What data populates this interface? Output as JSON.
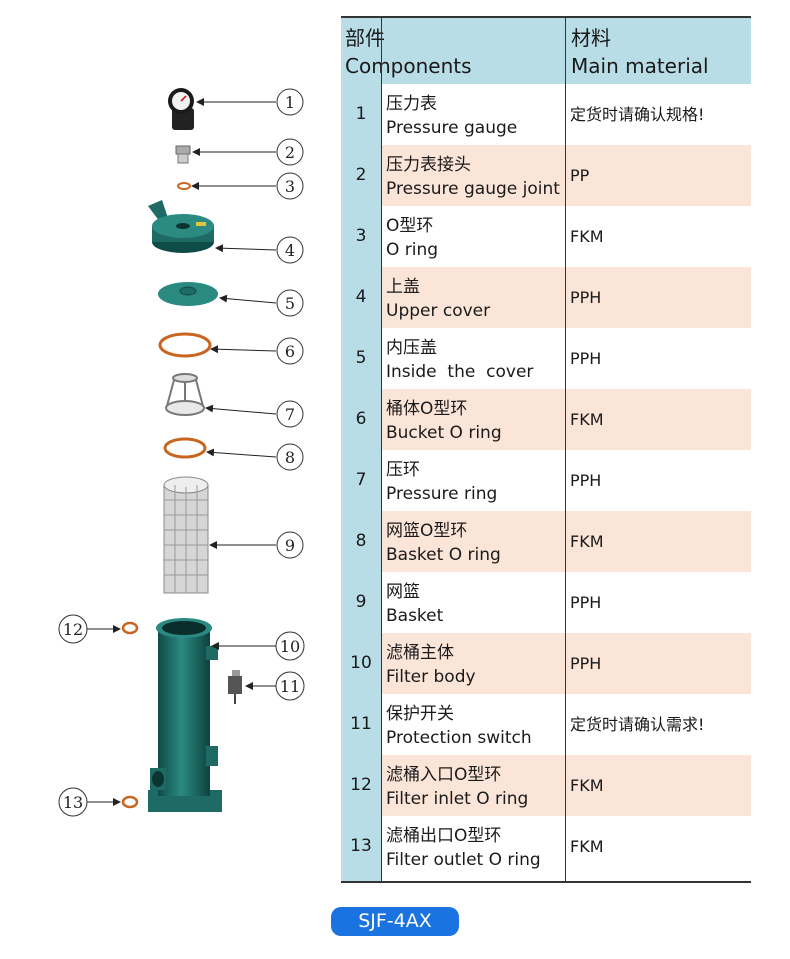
{
  "table": {
    "header": {
      "components_cn": "部件",
      "components_en": "Components",
      "material_cn": "材料",
      "material_en": "Main material"
    },
    "rows": [
      {
        "num": "1",
        "cn": "压力表",
        "en": "Pressure gauge",
        "material": "定货时请确认规格!"
      },
      {
        "num": "2",
        "cn": "压力表接头",
        "en": "Pressure gauge joint",
        "material": "PP"
      },
      {
        "num": "3",
        "cn": "O型环",
        "en": "O ring",
        "material": "FKM"
      },
      {
        "num": "4",
        "cn": "上盖",
        "en": "Upper cover",
        "material": "PPH"
      },
      {
        "num": "5",
        "cn": "内压盖",
        "en": "Inside  the  cover",
        "material": "PPH"
      },
      {
        "num": "6",
        "cn": "桶体O型环",
        "en": "Bucket O ring",
        "material": "FKM"
      },
      {
        "num": "7",
        "cn": "压环",
        "en": "Pressure ring",
        "material": "PPH"
      },
      {
        "num": "8",
        "cn": "网篮O型环",
        "en": "Basket O ring",
        "material": "FKM"
      },
      {
        "num": "9",
        "cn": "网篮",
        "en": "Basket",
        "material": "PPH"
      },
      {
        "num": "10",
        "cn": "滤桶主体",
        "en": "Filter body",
        "material": "PPH"
      },
      {
        "num": "11",
        "cn": "保护开关",
        "en": "Protection switch",
        "material": "定货时请确认需求!"
      },
      {
        "num": "12",
        "cn": "滤桶入口O型环",
        "en": "Filter inlet O ring",
        "material": "FKM"
      },
      {
        "num": "13",
        "cn": "滤桶出口O型环",
        "en": "Filter outlet O ring",
        "material": "FKM"
      }
    ]
  },
  "callouts": [
    "1",
    "2",
    "3",
    "4",
    "5",
    "6",
    "7",
    "8",
    "9",
    "10",
    "11",
    "12",
    "13"
  ],
  "model": "SJF-4AX",
  "colors": {
    "header_bg": "#b8dde7",
    "shade_row": "#fbe5d8",
    "part_teal": "#1e6b66",
    "oring_orange": "#c8651e",
    "badge_blue": "#1a73e0"
  }
}
